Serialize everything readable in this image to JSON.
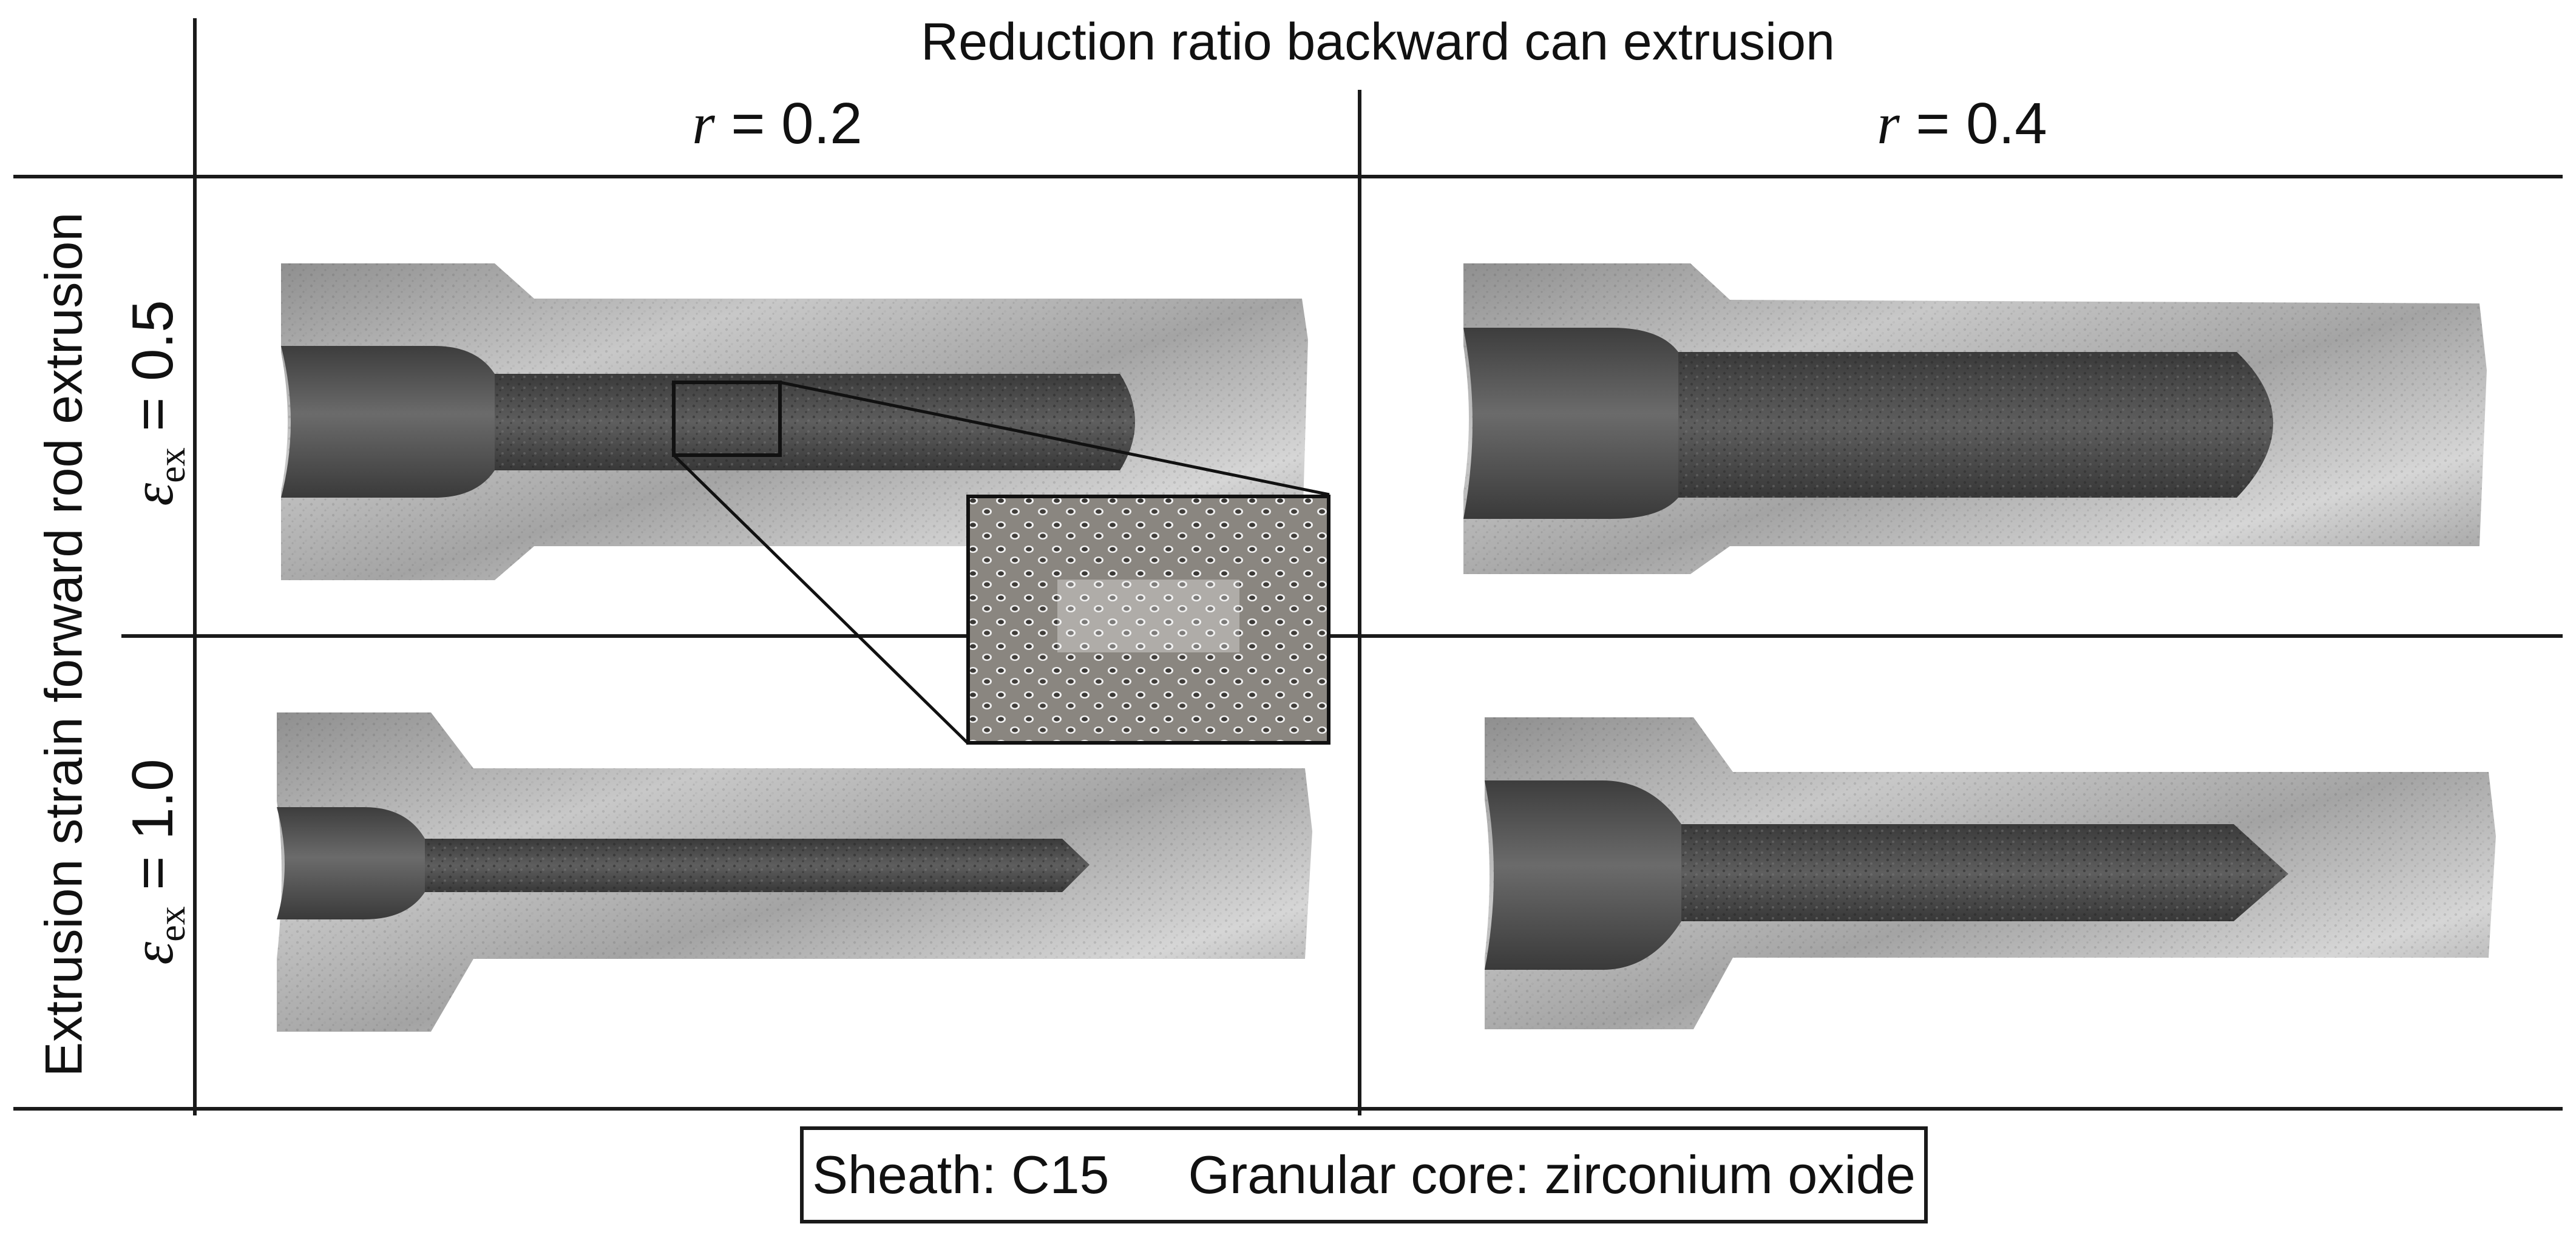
{
  "figure": {
    "header_title": "Reduction ratio backward can extrusion",
    "columns": [
      {
        "variable": "r",
        "value_text": " = 0.2"
      },
      {
        "variable": "r",
        "value_text": " = 0.4"
      }
    ],
    "row_title": "Extrusion strain forward rod extrusion",
    "rows": [
      {
        "symbol": "ε",
        "subscript": "ex",
        "value_text": " = 0.5"
      },
      {
        "symbol": "ε",
        "subscript": "ex",
        "value_text": " = 1.0"
      }
    ],
    "panels": [
      {
        "description_icon": "specimen-cross-section-photo",
        "core_tip": "rounded"
      },
      {
        "description_icon": "specimen-cross-section-photo",
        "core_tip": "rounded"
      },
      {
        "description_icon": "specimen-cross-section-photo",
        "core_tip": "pointed"
      },
      {
        "description_icon": "specimen-cross-section-photo",
        "core_tip": "pointed"
      }
    ],
    "inset": {
      "icon": "magnified-granular-surface-inset"
    },
    "caption": {
      "sheath": "Sheath: C15",
      "core": "Granular core: zirconium oxide"
    }
  },
  "colors": {
    "line": "#1a1a1a",
    "sheath_metal": "#9a9a9a",
    "core_granular": "#4a4a4a"
  }
}
